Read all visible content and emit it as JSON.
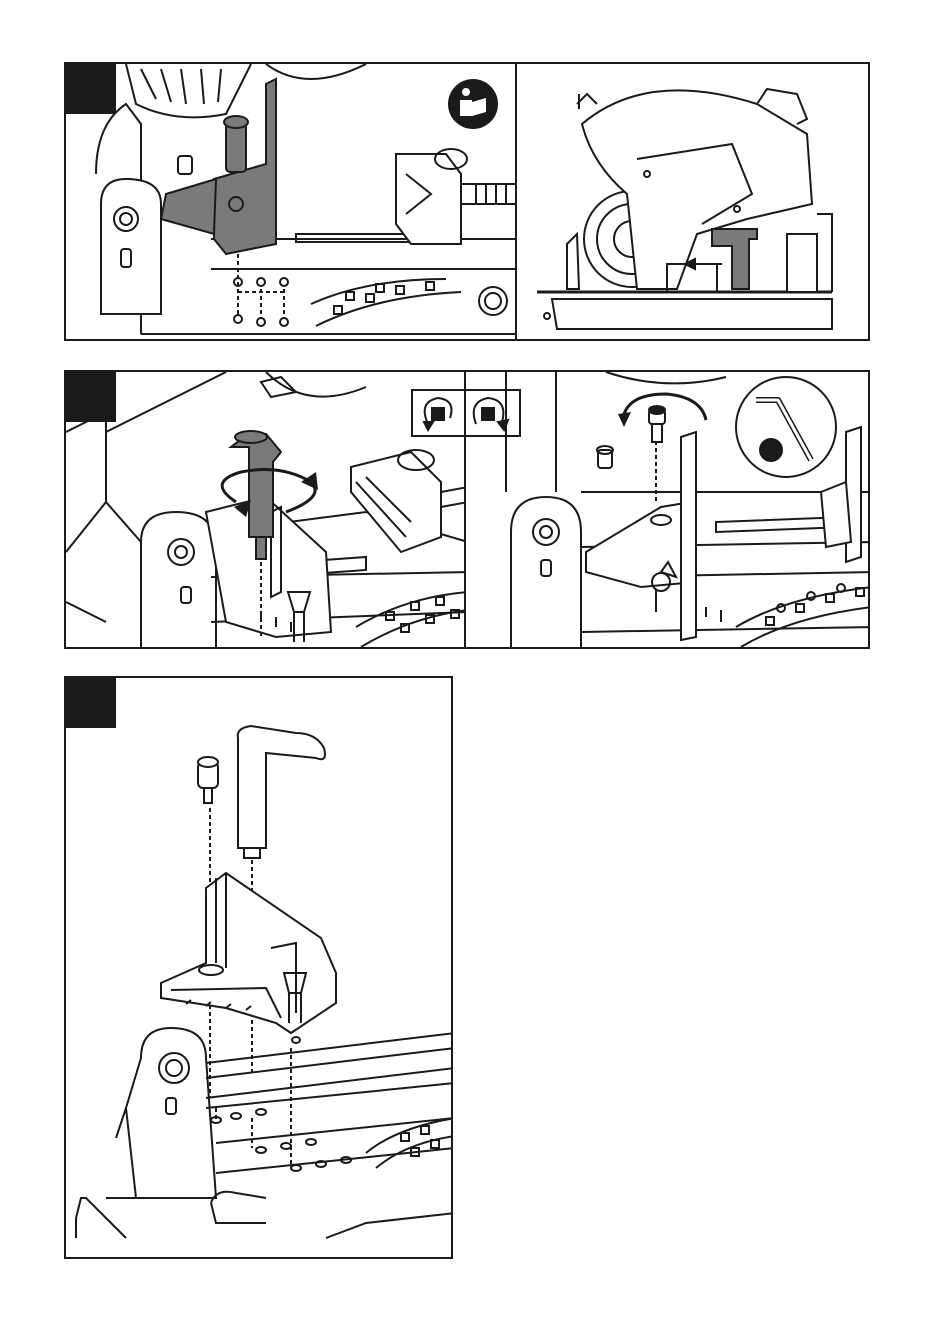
{
  "panels": [
    {
      "id": "p1",
      "step": "",
      "icon": "read-manual-icon"
    },
    {
      "id": "p2",
      "step": ""
    },
    {
      "id": "p3",
      "step": "",
      "icons": [
        "unlock-rotate-icon",
        "lock-rotate-icon"
      ]
    },
    {
      "id": "p4",
      "step": "",
      "icons": [
        "hex-key-icon"
      ]
    },
    {
      "id": "p5",
      "step": ""
    }
  ],
  "colors": {
    "ink": "#1a1a1a",
    "part_highlight": "#7a7a7a",
    "paper": "#ffffff"
  }
}
